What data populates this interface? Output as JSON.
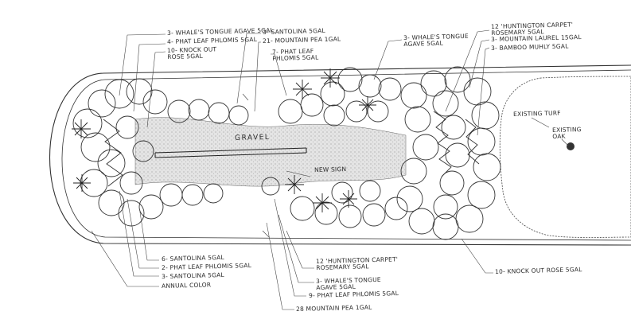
{
  "colors": {
    "ink": "#2a2a2a",
    "gravel": "#d9d9d9",
    "paper": "#ffffff"
  },
  "labels": {
    "top_1": "3- Whale's tongue agave 5gal",
    "top_2": "4- Phat leaf phlomis 5gal",
    "top_3a": "10- Knock out",
    "top_3b": "rose 5gal",
    "top_4": "3- Santolina 5gal",
    "top_5": "21- Mountain pea 1gal",
    "top_6a": "7- Phat leaf",
    "top_6b": "phlomis 5gal",
    "top_7a": "3- Whale's tongue",
    "top_7b": "agave 5gal",
    "right_1a": "12 'Huntington Carpet'",
    "right_1b": "rosemary 5gal",
    "right_2": "3- Mountain laurel 15gal",
    "right_3": "3- Bamboo muhly 5gal",
    "turf": "Existing turf",
    "oak_a": "Existing",
    "oak_b": "oak",
    "gravel": "Gravel",
    "sign": "New sign",
    "bottom_1": "6- Santolina 5gal",
    "bottom_2": "2- Phat leaf phlomis 5gal",
    "bottom_3": "3- Santolina 5gal",
    "bottom_4": "Annual color",
    "bottom_5a": "12 'Huntington carpet'",
    "bottom_5b": "rosemary 5gal",
    "bottom_6a": "3- Whale's tongue",
    "bottom_6b": "agave 5gal",
    "bottom_7": "9- Phat leaf phlomis 5gal",
    "bottom_8": "28 Mountain pea 1gal",
    "bottom_right": "10- Knock out rose 5gal"
  }
}
